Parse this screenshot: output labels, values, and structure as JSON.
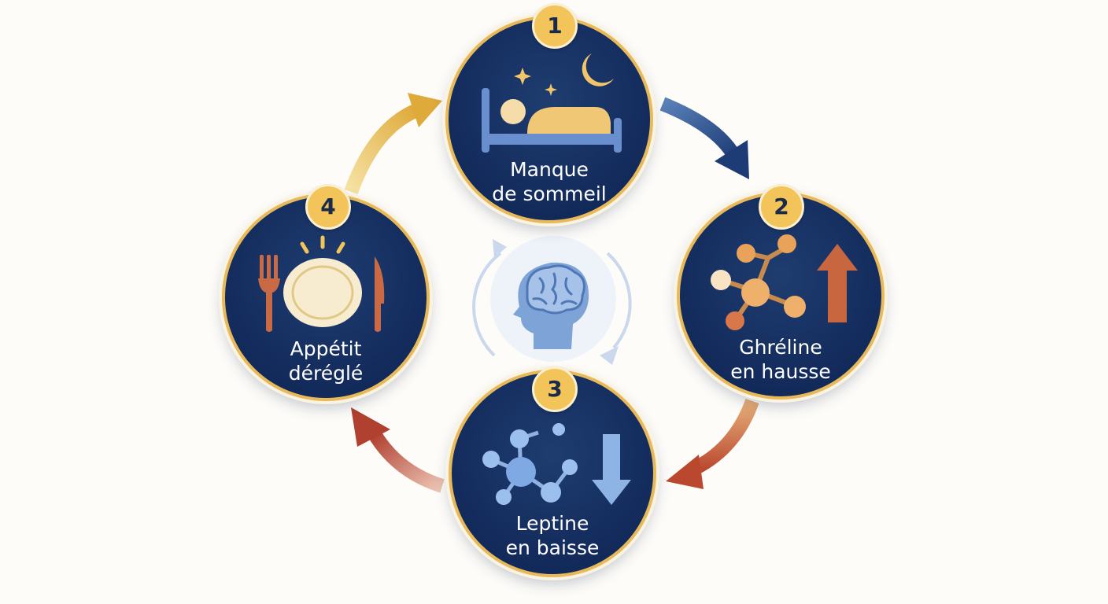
{
  "cycle": {
    "steps": [
      {
        "number": "1",
        "label_line1": "Manque",
        "label_line2": "de sommeil",
        "icon": "sleeping-in-bed-icon"
      },
      {
        "number": "2",
        "label_line1": "Ghréline",
        "label_line2": "en hausse",
        "icon": "molecule-up-arrow-icon"
      },
      {
        "number": "3",
        "label_line1": "Leptine",
        "label_line2": "en baisse",
        "icon": "molecule-down-arrow-icon"
      },
      {
        "number": "4",
        "label_line1": "Appétit",
        "label_line2": "déréglé",
        "icon": "plate-fork-knife-icon"
      }
    ],
    "center_icon": "brain-head-icon"
  },
  "colors": {
    "circle_fill": "#142d5e",
    "circle_border": "#e8b95a",
    "badge_fill": "#f2c45a",
    "arrow_1_to_2": "#25457d",
    "arrow_2_to_3": "#c9653a",
    "arrow_3_to_4": "#b4473a",
    "arrow_4_to_1": "#e0a93a",
    "brain": "#6f97cf",
    "background": "#fdfcf9"
  }
}
